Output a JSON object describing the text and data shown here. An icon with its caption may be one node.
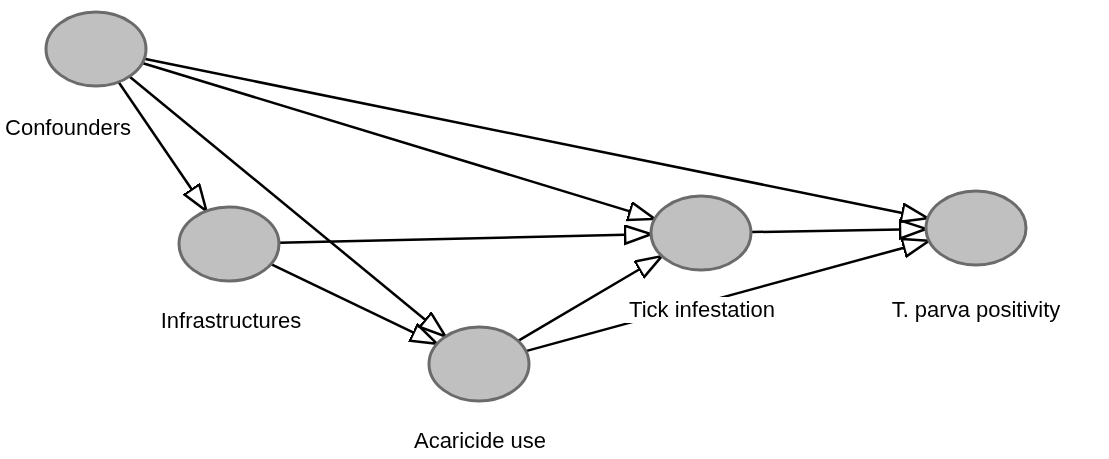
{
  "diagram": {
    "nodes": [
      {
        "text": [],
        "shape": "ellipse",
        "beside": [
          "Confounders"
        ]
      },
      {
        "text": [],
        "shape": "ellipse",
        "beside": [
          "Infrastructures"
        ]
      },
      {
        "text": [],
        "shape": "ellipse",
        "beside": [
          "Acaricide use"
        ]
      },
      {
        "text": [],
        "shape": "ellipse",
        "beside": [
          "Tick infestation"
        ]
      },
      {
        "text": [],
        "shape": "ellipse",
        "beside": [
          "T. parva positivity"
        ]
      }
    ],
    "edges": [
      {
        "from": 0,
        "to": 1,
        "arrow": "to"
      },
      {
        "from": 0,
        "to": 2,
        "arrow": "to"
      },
      {
        "from": 0,
        "to": 3,
        "arrow": "to"
      },
      {
        "from": 0,
        "to": 4,
        "arrow": "to"
      },
      {
        "from": 1,
        "to": 3,
        "arrow": "to"
      },
      {
        "from": 1,
        "to": 2,
        "arrow": "to"
      },
      {
        "from": 2,
        "to": 3,
        "arrow": "to"
      },
      {
        "from": 2,
        "to": 4,
        "arrow": "to"
      },
      {
        "from": 3,
        "to": 4,
        "arrow": "to"
      }
    ]
  }
}
